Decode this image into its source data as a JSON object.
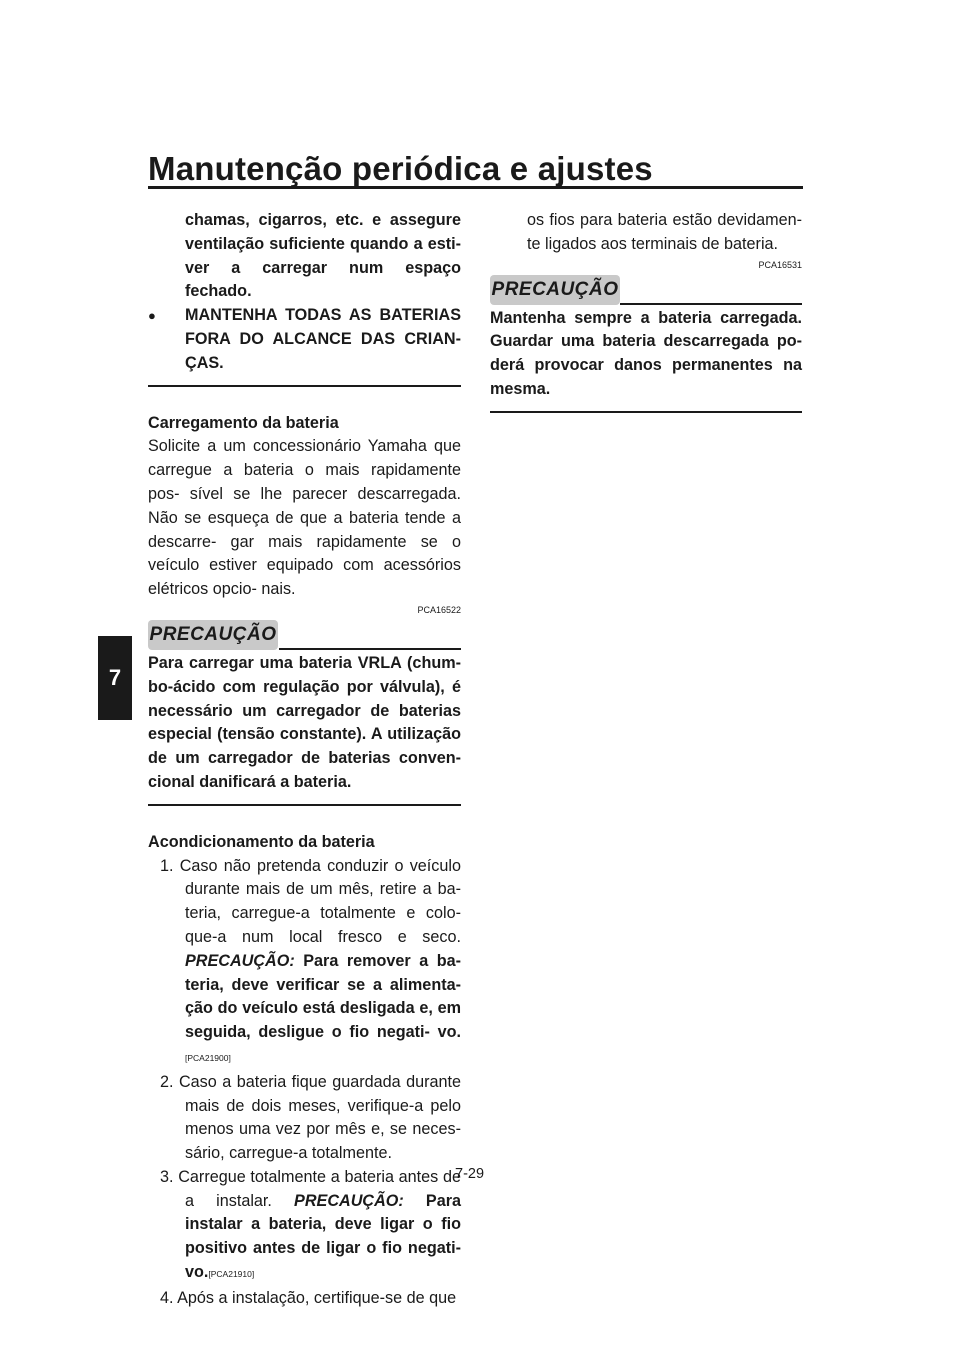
{
  "header": {
    "title": "Manutenção periódica e ajustes",
    "chapter_tab": "7"
  },
  "left_column": {
    "warning_continued_text": "chamas, cigarros, etc. e assegure ventilação suficiente quando a esti- ver a carregar num espaço fechado.",
    "warning_bullet_text": "MANTENHA TODAS AS BATERIAS FORA DO ALCANCE DAS CRIAN- ÇAS.",
    "charging_heading": "Carregamento da bateria",
    "charging_body": "Solicite a um concessionário Yamaha que carregue a bateria o mais rapidamente pos- sível se lhe parecer descarregada. Não se esqueça de que a bateria tende a descarre- gar mais rapidamente se o veículo estiver equipado com acessórios elétricos opcio- nais.",
    "caution1_code": "PCA16522",
    "caution1_label": "PRECAUÇÃO",
    "caution1_text": "Para carregar uma bateria VRLA (chum- bo-ácido com regulação por válvula), é necessário um carregador de baterias especial (tensão constante). A utilização de um carregador de baterias conven- cional danificará a bateria.",
    "storage_heading": "Acondicionamento da bateria",
    "storage_steps": [
      {
        "num": "1.",
        "text": "Caso não pretenda conduzir o veículo durante mais de um mês, retire a ba- teria, carregue-a totalmente e colo- que-a num local fresco e seco.",
        "caution_label": "PRECAUÇÃO:",
        "caution_text": "Para remover a ba- teria, deve verificar se a alimenta- ção do veículo está desligada e, em seguida, desligue o fio negati- vo.",
        "code": "[PCA21900]"
      },
      {
        "num": "2.",
        "text": "Caso a bateria fique guardada durante mais de dois meses, verifique-a pelo menos uma vez por mês e, se neces- sário, carregue-a totalmente."
      },
      {
        "num": "3.",
        "text": "Carregue totalmente a bateria antes de a instalar.",
        "caution_label": "PRECAUÇÃO:",
        "caution_text": "Para instalar a bateria, deve ligar o fio positivo antes de ligar o fio negati- vo.",
        "code": "[PCA21910]"
      },
      {
        "num": "4.",
        "text": "Após a instalação, certifique-se de que"
      }
    ]
  },
  "right_column": {
    "step4_continued": "os fios para bateria estão devidamen- te ligados aos terminais de bateria.",
    "caution2_code": "PCA16531",
    "caution2_label": "PRECAUÇÃO",
    "caution2_text": "Mantenha sempre a bateria carregada. Guardar uma bateria descarregada po- derá provocar danos permanentes na mesma."
  },
  "footer": {
    "page_number": "7-29"
  }
}
